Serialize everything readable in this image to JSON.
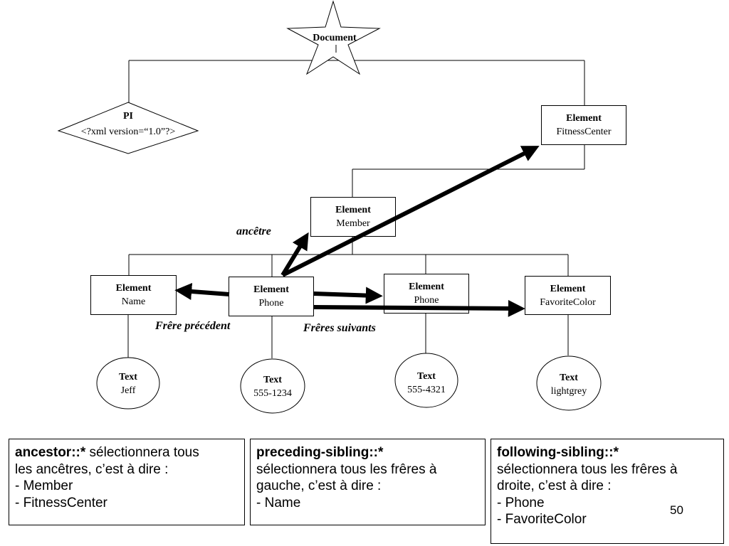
{
  "nodes": {
    "document": {
      "label": "Document"
    },
    "pi": {
      "type": "PI",
      "value": "<?xml version=“1.0”?>"
    },
    "fitness": {
      "type": "Element",
      "value": "FitnessCenter"
    },
    "member": {
      "type": "Element",
      "value": "Member"
    },
    "name": {
      "type": "Element",
      "value": "Name"
    },
    "phone1": {
      "type": "Element",
      "value": "Phone"
    },
    "phone2": {
      "type": "Element",
      "value": "Phone"
    },
    "favcolor": {
      "type": "Element",
      "value": "FavoriteColor"
    },
    "text_jeff": {
      "type": "Text",
      "value": "Jeff"
    },
    "text_1234": {
      "type": "Text",
      "value": "555-1234"
    },
    "text_4321": {
      "type": "Text",
      "value": "555-4321"
    },
    "text_grey": {
      "type": "Text",
      "value": "lightgrey"
    }
  },
  "arrow_labels": {
    "ancestor": "ancêtre",
    "preceding": "Frêre précédent",
    "following": "Frêres suivants"
  },
  "notes": {
    "ancestor": {
      "code": "ancestor::*",
      "first": " sélectionnera tous",
      "l2": "les ancêtres, c’est à dire :",
      "l3": "- Member",
      "l4": "- FitnessCenter"
    },
    "preceding": {
      "code": "preceding-sibling::*",
      "l2": "sélectionnera tous les frêres à",
      "l3": "gauche, c’est à dire :",
      "l4": "- Name"
    },
    "following": {
      "code": "following-sibling::*",
      "l2": "sélectionnera tous les frêres à",
      "l3": "droite, c’est à dire :",
      "l4": "- Phone",
      "l5": "- FavoriteColor"
    }
  },
  "slide_number": "50"
}
